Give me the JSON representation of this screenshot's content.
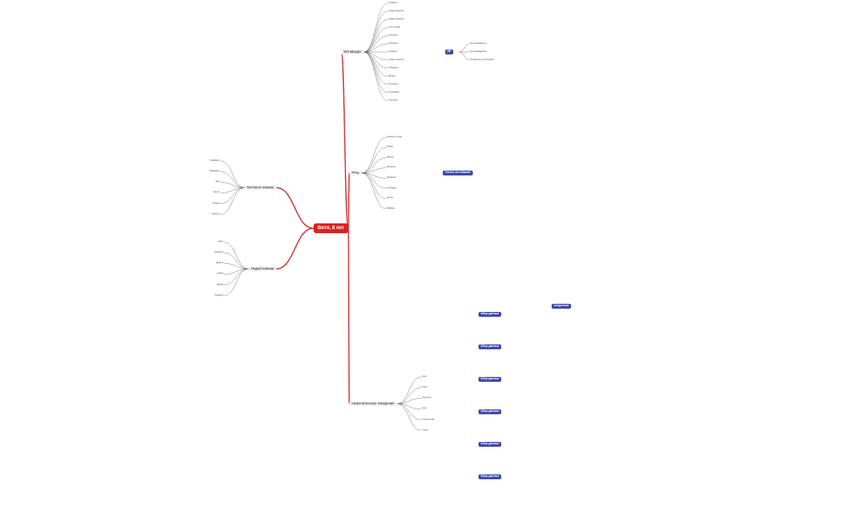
{
  "root": "Витя, 8 лет",
  "branches": [
    {
      "label": "Мотивация",
      "items": [
        "Похвала",
        "Новые занятия",
        "Новые занятия",
        "Гости дома",
        "Прогулки",
        "Прогулки",
        "Похвала",
        "Новые занятия",
        "Общение",
        "Друзья",
        "Интересы",
        "Рисование",
        "Прогулки"
      ],
      "tag": "НЕ",
      "tag_items": [
        "Не наблюдалось",
        "Не наблюдалось",
        "Поощрение достижений"
      ]
    },
    {
      "label": "Речь",
      "items": [
        "Простые слова",
        "Фразы",
        "Диалог",
        "Вопросы",
        "Пересказ",
        "Описание",
        "Жесты",
        "Мимика"
      ],
      "tag": "Понял что лишнее"
    },
    {
      "label": "Бытовые навыки",
      "items": [
        "Одевание",
        "Умывание",
        "Еда",
        "Туалет",
        "Уборка",
        "Покупки"
      ]
    },
    {
      "label": "Людей навыки",
      "items": [
        "Игры",
        "Общение",
        "Друзья",
        "Семья",
        "Школа",
        "Правила"
      ]
    },
    {
      "label": "Нежелательное поведение",
      "items": [
        "Крик",
        "Плач",
        "Агрессия",
        "Уход",
        "Стереотипии",
        "Отказ"
      ],
      "tags": [
        "Обор данных",
        "Обор данных",
        "Обор данных",
        "Обор данных",
        "Обор данных",
        "Обор данных"
      ],
      "extra": "Следствия"
    }
  ]
}
